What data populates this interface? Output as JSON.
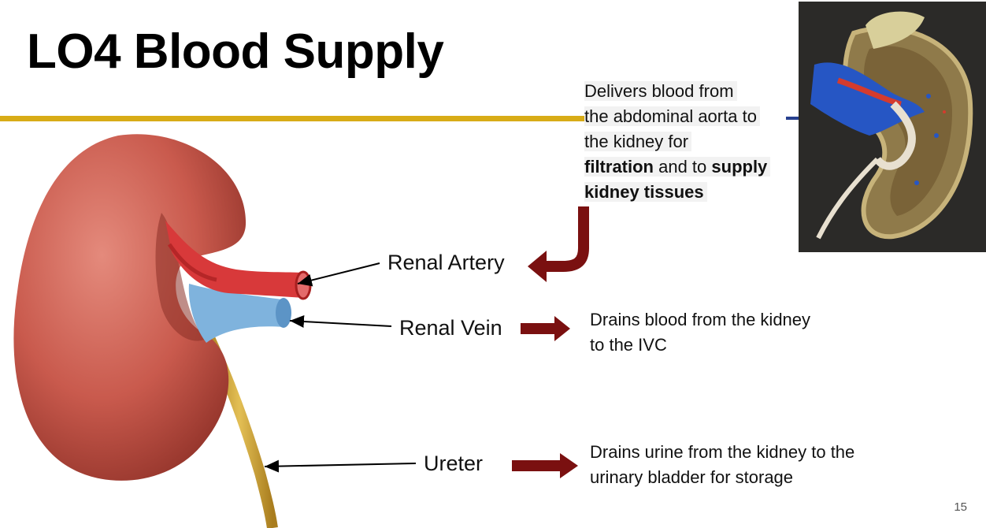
{
  "title": "LO4 Blood Supply",
  "callout": {
    "line1": "Delivers blood from",
    "line2": "the abdominal aorta to",
    "line3": "the kidney for",
    "line4_bold1": "filtration",
    "line4_mid": " and to ",
    "line4_bold2": "supply",
    "line5_bold": "kidney tissues"
  },
  "labels": {
    "artery": "Renal Artery",
    "vein": "Renal Vein",
    "ureter": "Ureter"
  },
  "descriptions": {
    "vein_line1": "Drains blood from the kidney",
    "vein_line2": "to the IVC",
    "ureter_line1": "Drains urine from the kidney to the",
    "ureter_line2": "urinary bladder for storage"
  },
  "page_number": "15",
  "colors": {
    "title_rule": "#d8ac17",
    "arrow": "#7a1010",
    "artery": "#d8393a",
    "vein": "#7fb3dd",
    "ureter": "#c9a033",
    "kidney": "#c9594d"
  }
}
